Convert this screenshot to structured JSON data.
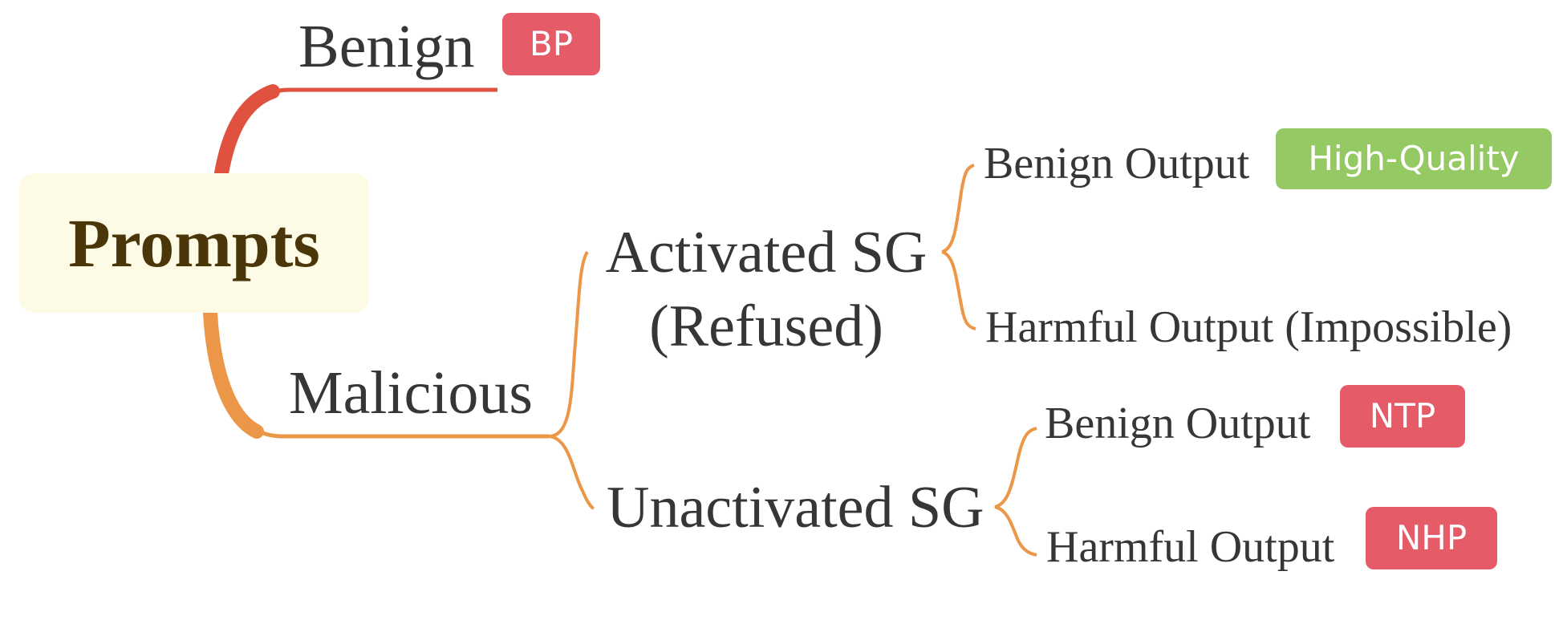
{
  "root": {
    "label": "Prompts"
  },
  "branches": {
    "benign": {
      "label": "Benign",
      "tag": "BP"
    },
    "malicious": {
      "label": "Malicious",
      "activated": {
        "line1": "Activated SG",
        "line2": "(Refused)",
        "benign_output": {
          "label": "Benign Output",
          "tag": "High-Quality"
        },
        "harmful_output": {
          "label": "Harmful Output (Impossible)"
        }
      },
      "unactivated": {
        "label": "Unactivated SG",
        "benign_output": {
          "label": "Benign Output",
          "tag": "NTP"
        },
        "harmful_output": {
          "label": "Harmful Output",
          "tag": "NHP"
        }
      }
    }
  },
  "colors": {
    "root_bg": "#fdfbe6",
    "root_text": "#4a3608",
    "benign_branch": "#e0513f",
    "malicious_branch": "#ec9648",
    "tag_red": "#e55b67",
    "tag_green": "#95c963",
    "text": "#363636"
  }
}
